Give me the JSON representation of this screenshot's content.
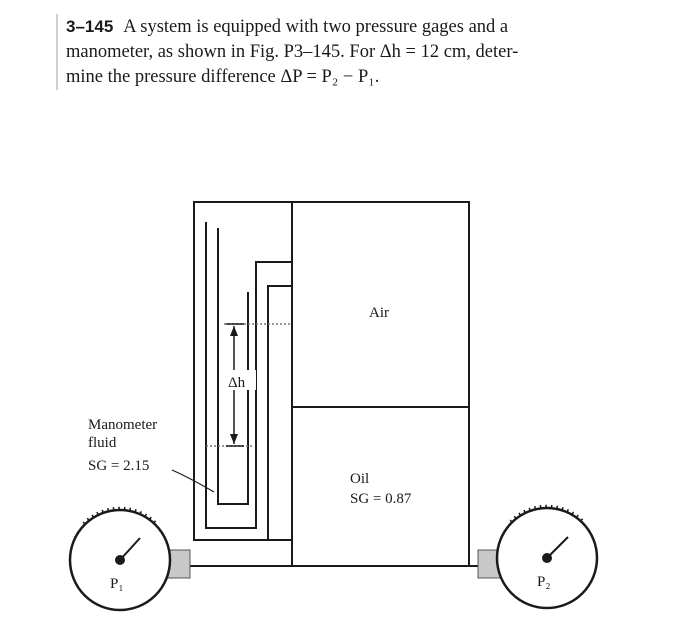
{
  "problem": {
    "number": "3–145",
    "line1": "A system is equipped with two pressure gages and a",
    "line2": "manometer, as shown in Fig. P3–145. For Δh = 12 cm, deter-",
    "line3": "mine the pressure difference ΔP = P₂ − P₁."
  },
  "figure": {
    "air_label": "Air",
    "oil_label": "Oil",
    "oil_sg": "SG = 0.87",
    "manometer_label_1": "Manometer",
    "manometer_label_2": "fluid",
    "manometer_sg": "SG = 2.15",
    "dh_label": "Δh",
    "gage_left_label": "P₁",
    "gage_right_label": "P₂"
  }
}
